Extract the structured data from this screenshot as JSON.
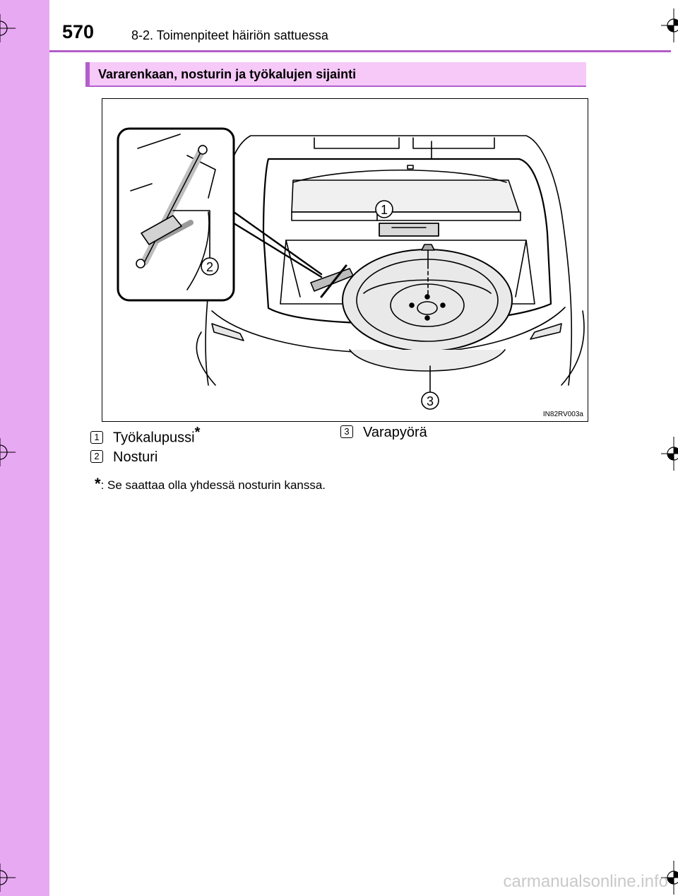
{
  "header": {
    "page_number": "570",
    "chapter": "8-2. Toimenpiteet häiriön sattuessa"
  },
  "section": {
    "title": "Vararenkaan, nosturin ja työkalujen sijainti"
  },
  "figure": {
    "code": "IN82RV003a",
    "callouts": [
      "1",
      "2",
      "3"
    ]
  },
  "legend": [
    {
      "num": "1",
      "label": "Työkalupussi",
      "mark": "*"
    },
    {
      "num": "2",
      "label": "Nosturi"
    },
    {
      "num": "3",
      "label": "Varapyörä"
    }
  ],
  "note": {
    "mark": "*",
    "text": ": Se saattaa olla yhdessä nosturin kanssa."
  },
  "watermark": "carmanualsonline.info",
  "colors": {
    "side_band": "#e7a9f2",
    "section_fill": "#f6c9f9",
    "accent": "#b35fcb"
  }
}
